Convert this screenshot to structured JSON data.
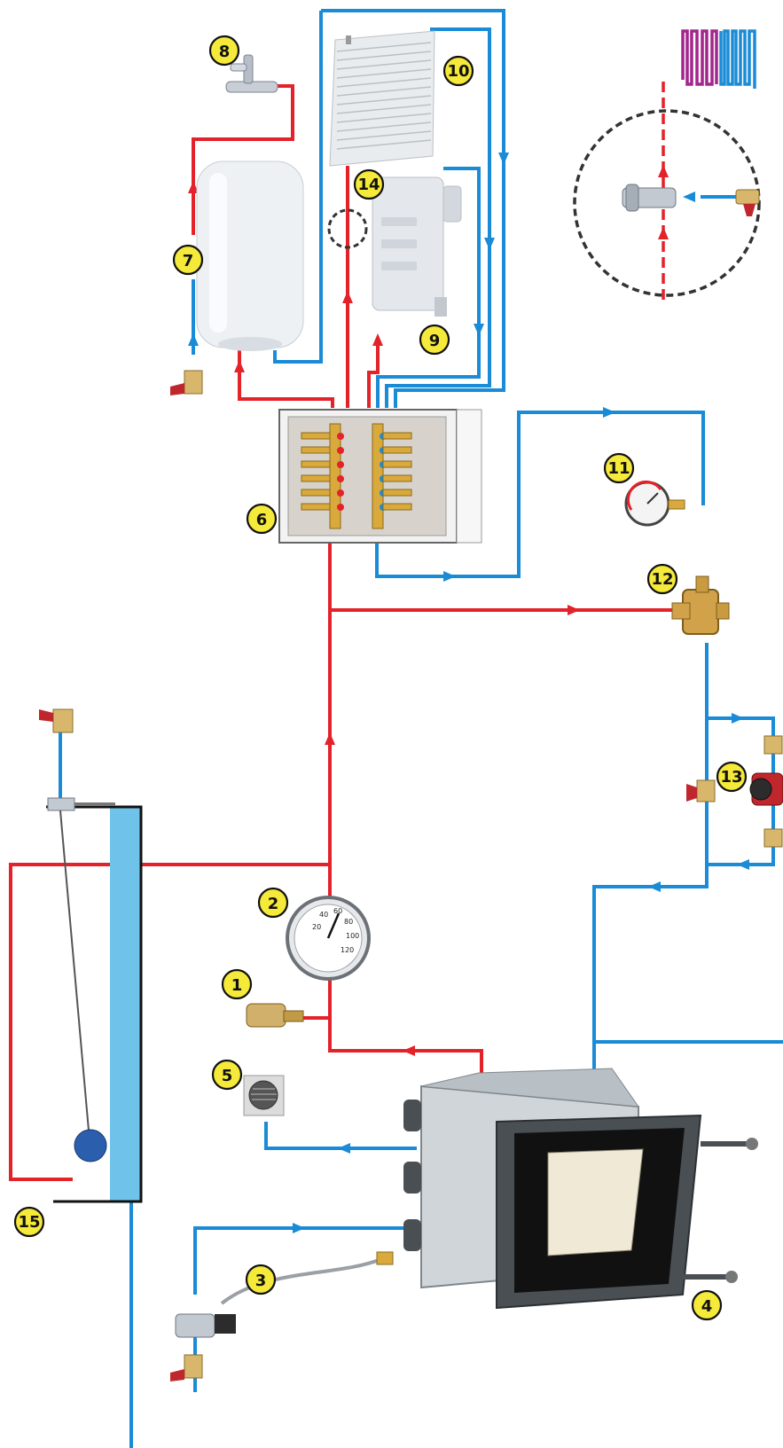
{
  "callouts": [
    {
      "id": "1",
      "label": "1"
    },
    {
      "id": "2",
      "label": "2"
    },
    {
      "id": "3",
      "label": "3"
    },
    {
      "id": "4",
      "label": "4"
    },
    {
      "id": "5",
      "label": "5"
    },
    {
      "id": "6",
      "label": "6"
    },
    {
      "id": "7",
      "label": "7"
    },
    {
      "id": "8",
      "label": "8"
    },
    {
      "id": "9",
      "label": "9"
    },
    {
      "id": "10",
      "label": "10"
    },
    {
      "id": "11",
      "label": "11"
    },
    {
      "id": "12",
      "label": "12"
    },
    {
      "id": "13",
      "label": "13"
    },
    {
      "id": "14",
      "label": "14"
    },
    {
      "id": "15",
      "label": "15"
    }
  ],
  "gauge": {
    "scale": [
      "20",
      "40",
      "60",
      "80",
      "100",
      "120"
    ]
  },
  "colors": {
    "hot_pipe": "#e3222a",
    "cold_pipe": "#1a8bd6",
    "callout_fill": "#f5e93a",
    "tank_water": "#6fc3ea"
  }
}
